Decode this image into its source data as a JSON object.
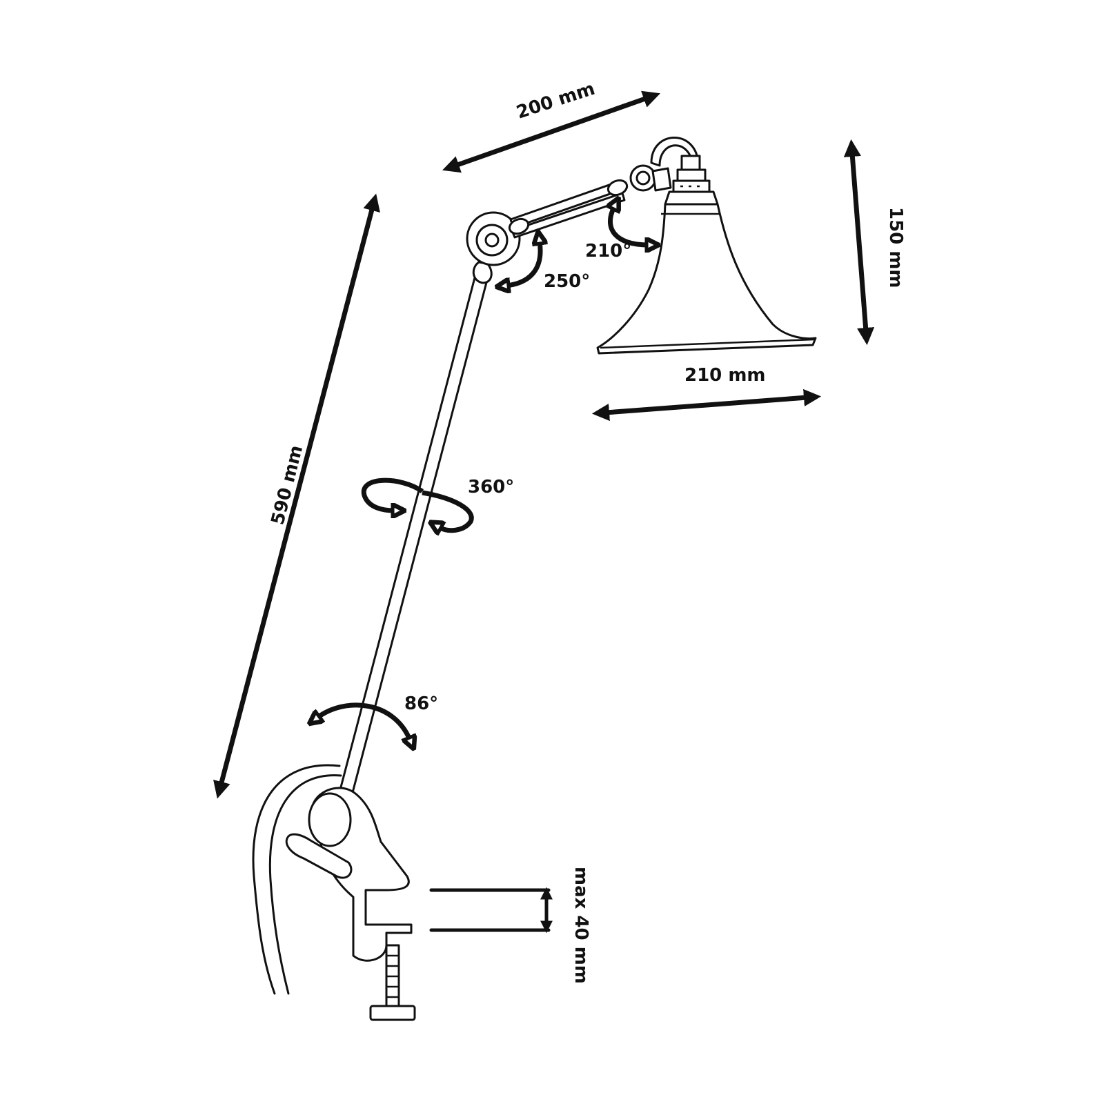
{
  "dimensions": {
    "arm_length": "200 mm",
    "shade_height": "150 mm",
    "shade_width": "210 mm",
    "stem_length": "590 mm",
    "clamp_max": "max 40 mm"
  },
  "rotations": {
    "shade_joint": "210°",
    "elbow_joint": "250°",
    "stem_swivel": "360°",
    "base_tilt": "86°"
  },
  "colors": {
    "ink": "#111111",
    "background": "#ffffff"
  }
}
